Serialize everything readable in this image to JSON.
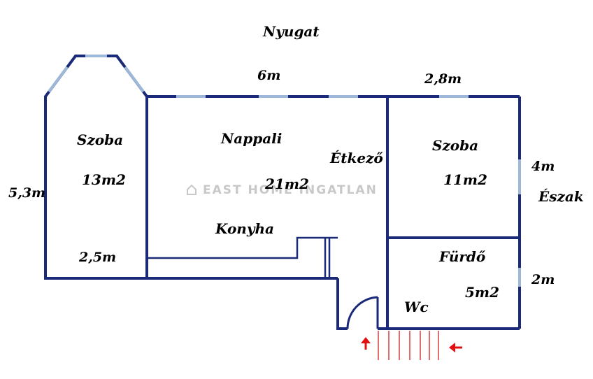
{
  "watermark": "EAST HOME INGATLAN",
  "compass": {
    "west": "Nyugat",
    "north": "Észak"
  },
  "rooms": {
    "szoba_left": {
      "name": "Szoba",
      "area": "13m2"
    },
    "nappali": {
      "name": "Nappali",
      "area": "21m2"
    },
    "etkezo": {
      "name": "Étkező"
    },
    "konyha": {
      "name": "Konyha"
    },
    "szoba_right": {
      "name": "Szoba",
      "area": "11m2"
    },
    "furdo": {
      "name": "Fürdő",
      "area": "5m2"
    },
    "wc": {
      "name": "Wc"
    }
  },
  "dimensions": {
    "top_living": "6m",
    "top_right": "2,8m",
    "left_height": "5,3m",
    "left_bottom": "2,5m",
    "right_room": "4m",
    "bath": "2m"
  },
  "colors": {
    "wall": "#1a2a78",
    "window": "#9db8d8",
    "arrow": "#e01010",
    "stairs": "#d04040"
  }
}
